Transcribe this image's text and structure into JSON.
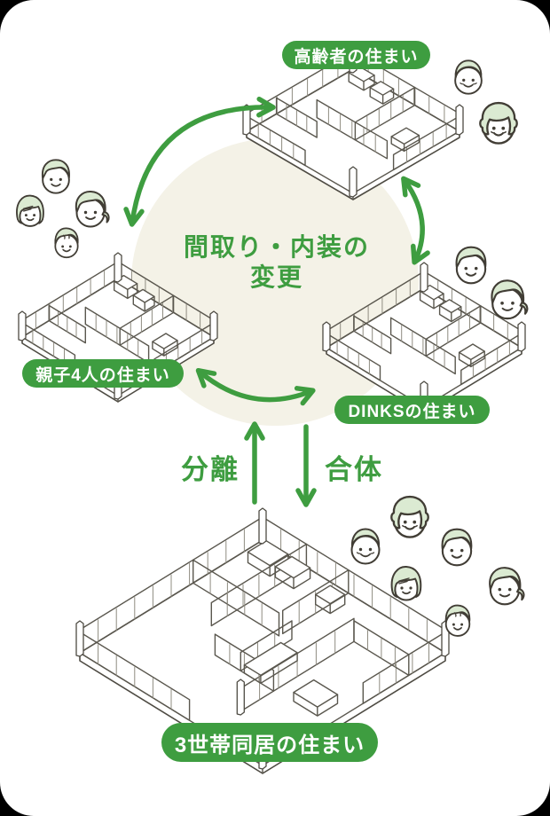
{
  "colors": {
    "page_bg": "#000000",
    "card_bg": "#ffffff",
    "green": "#3e9d40",
    "cream_blob": "#f4f2e7",
    "hair_green": "#dbead2",
    "outline": "#413d35",
    "plan_line": "#5a574e"
  },
  "center": {
    "line1": "間取り・内装の",
    "line2": "変更"
  },
  "pills": {
    "elderly": "高齢者の住まい",
    "family4": "親子4人の住まい",
    "dinks": "DINKSの住まい",
    "three_gen": "3世帯同居の住まい"
  },
  "actions": {
    "separate": "分離",
    "merge": "合体"
  },
  "people": {
    "elderly_couple": [
      "grandfather",
      "grandmother"
    ],
    "family_of_four": [
      "father",
      "daughter",
      "mother",
      "son"
    ],
    "dinks_couple": [
      "husband",
      "wife"
    ],
    "three_generations": [
      "grandfather",
      "grandmother",
      "father",
      "daughter",
      "mother",
      "son"
    ]
  },
  "icons": {
    "cycle_arrows": [
      "cycle-arrow-top-left",
      "cycle-arrow-right",
      "cycle-arrow-bottom"
    ],
    "vertical_arrows": [
      "separate-up-arrow",
      "merge-down-arrow"
    ]
  }
}
